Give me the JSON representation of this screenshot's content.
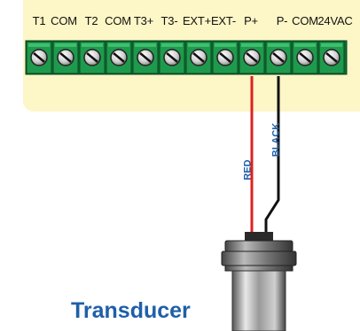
{
  "terminals": [
    "T1",
    "COM",
    "T2",
    "COM",
    "T3+",
    "T3-",
    "EXT+",
    "EXT-",
    "P+",
    "P-",
    "COM",
    "24VAC"
  ],
  "wires": {
    "red_label": "RED",
    "black_label": "BLACK"
  },
  "device": {
    "caption": "Transducer"
  },
  "colors": {
    "terminal_green": "#1f9a4d",
    "board_background": "#fdf6c6",
    "red_wire": "#e02020",
    "black_wire": "#111111",
    "label_blue": "#1f5fa8"
  }
}
